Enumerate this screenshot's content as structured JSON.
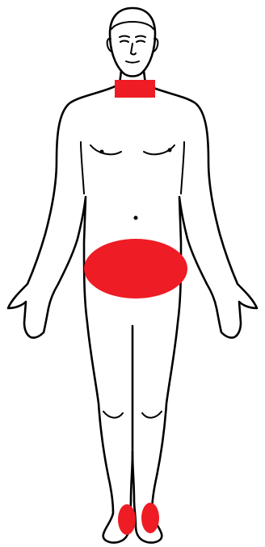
{
  "colors": {
    "background": "#ffffff",
    "outline": "#000000",
    "highlight": "#ee1c25"
  },
  "highlighted_regions": [
    {
      "region": "neck",
      "shape": "rectangle"
    },
    {
      "region": "pelvis",
      "shape": "ellipse"
    },
    {
      "region": "right-ankle",
      "shape": "ellipse"
    },
    {
      "region": "left-ankle",
      "shape": "ellipse"
    }
  ]
}
